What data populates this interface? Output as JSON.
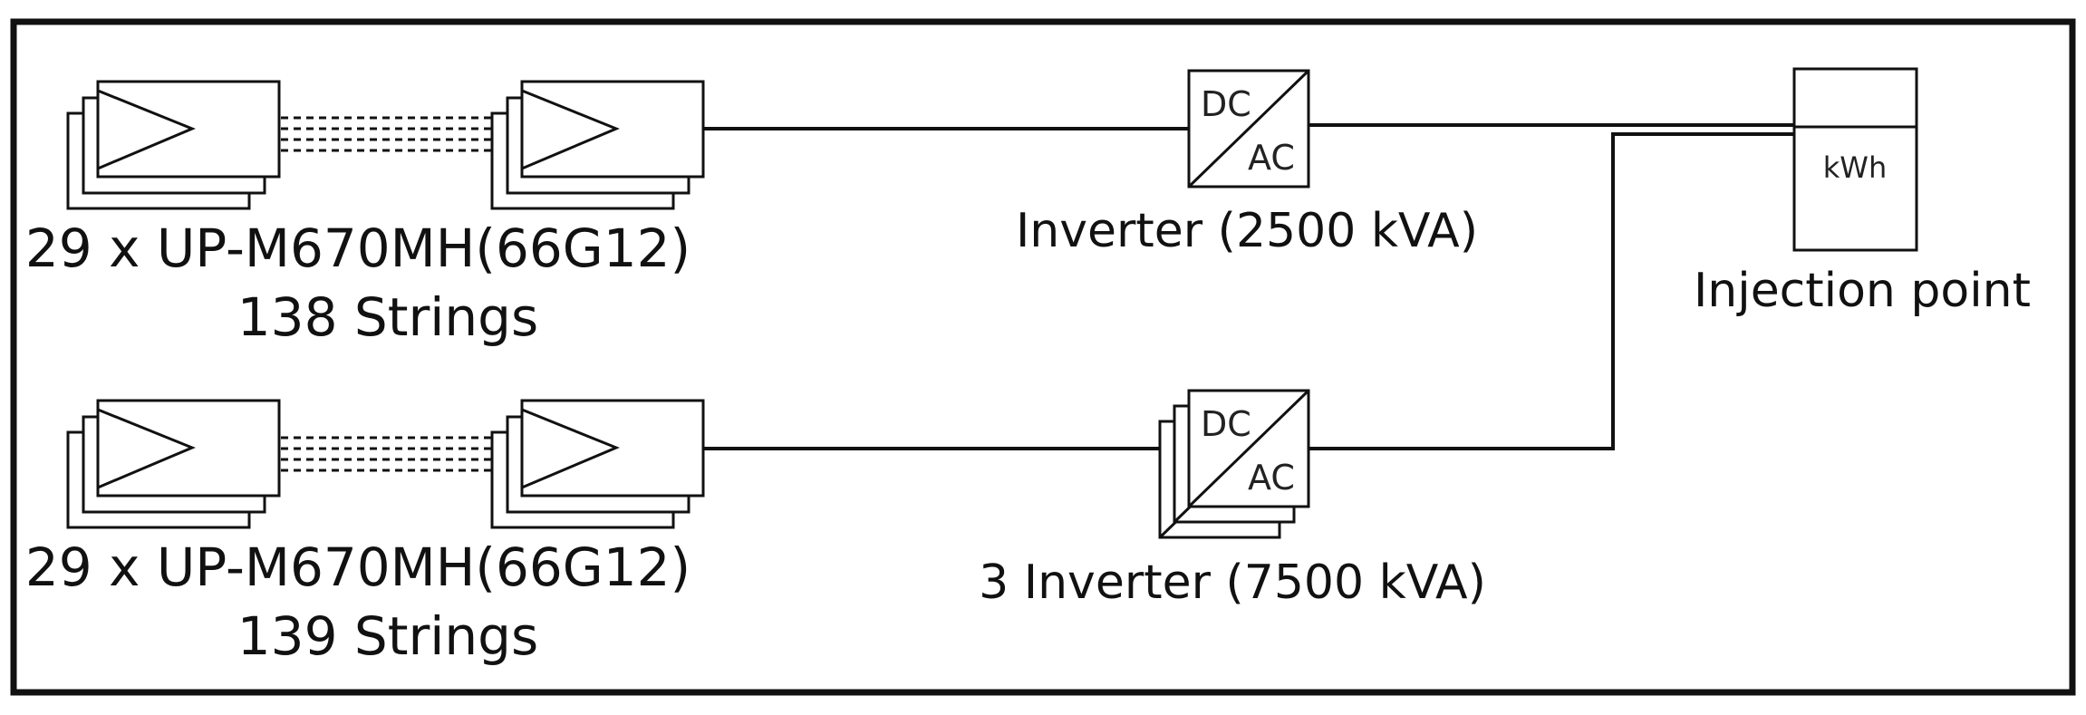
{
  "strings": [
    {
      "module_label": "29 x UP-M670MH(66G12)",
      "count_label": "138 Strings"
    },
    {
      "module_label": "29 x UP-M670MH(66G12)",
      "count_label": "139 Strings"
    }
  ],
  "inverters": [
    {
      "label": "Inverter (2500 kVA)",
      "dc": "DC",
      "ac": "AC"
    },
    {
      "label": "3 Inverter (7500 kVA)",
      "dc": "DC",
      "ac": "AC"
    }
  ],
  "meter": {
    "unit": "kWh",
    "label": "Injection point"
  }
}
